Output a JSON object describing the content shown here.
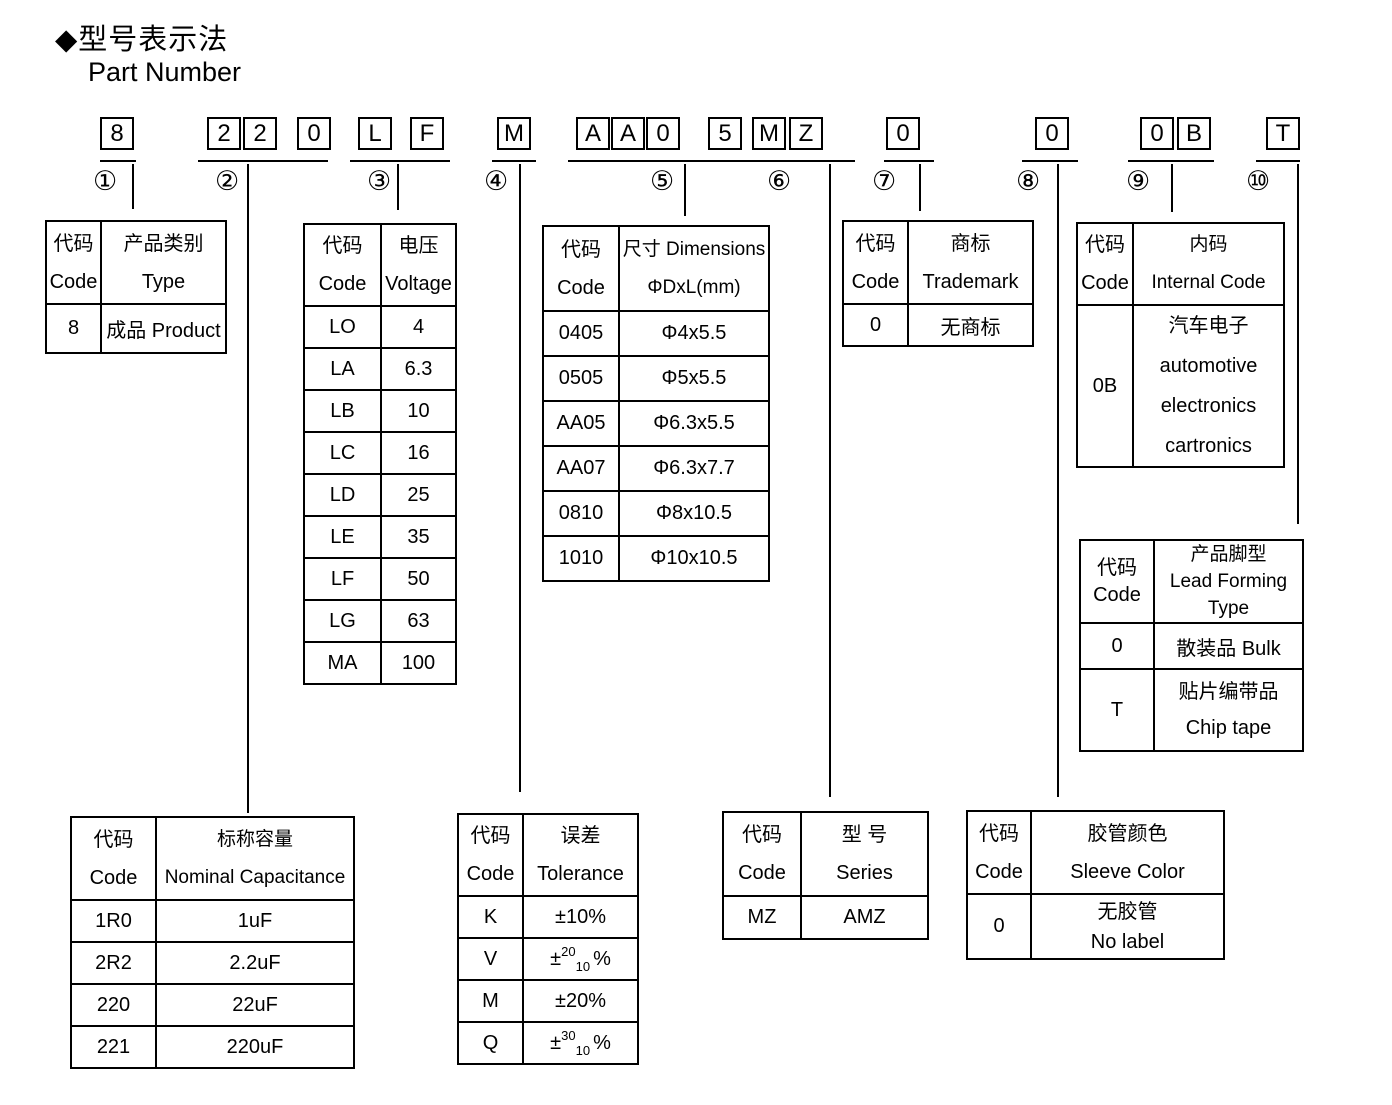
{
  "colors": {
    "ink": "#000000",
    "background": "#ffffff"
  },
  "title": {
    "zh": "◆型号表示法",
    "en": "Part Number"
  },
  "pn": {
    "groups": [
      {
        "circle": "①",
        "chars": [
          "8"
        ]
      },
      {
        "circle": "②",
        "chars": [
          "2",
          "2",
          "0"
        ]
      },
      {
        "circle": "③",
        "chars": [
          "L",
          "F"
        ]
      },
      {
        "circle": "④",
        "chars": [
          "M"
        ]
      },
      {
        "circle": "⑤",
        "chars": [
          "A",
          "A",
          "0",
          "5"
        ]
      },
      {
        "circle": "⑥",
        "chars": [
          "M",
          "Z"
        ]
      },
      {
        "circle": "⑦",
        "chars": [
          "0"
        ]
      },
      {
        "circle": "⑧",
        "chars": [
          "0"
        ]
      },
      {
        "circle": "⑨",
        "chars": [
          "0",
          "B"
        ]
      },
      {
        "circle": "⑩",
        "chars": [
          "T"
        ]
      }
    ]
  },
  "tables": {
    "type": {
      "h1_zh": "代码",
      "h1_en": "Code",
      "h2_zh": "产品类别",
      "h2_en": "Type",
      "rows": [
        {
          "code": "8",
          "value": "成品 Product"
        }
      ]
    },
    "voltage": {
      "h1_zh": "代码",
      "h1_en": "Code",
      "h2_zh": "电压",
      "h2_en": "Voltage",
      "rows": [
        {
          "code": "LO",
          "value": "4"
        },
        {
          "code": "LA",
          "value": "6.3"
        },
        {
          "code": "LB",
          "value": "10"
        },
        {
          "code": "LC",
          "value": "16"
        },
        {
          "code": "LD",
          "value": "25"
        },
        {
          "code": "LE",
          "value": "35"
        },
        {
          "code": "LF",
          "value": "50"
        },
        {
          "code": "LG",
          "value": "63"
        },
        {
          "code": "MA",
          "value": "100"
        }
      ]
    },
    "dimensions": {
      "h1_zh": "代码",
      "h1_en": "Code",
      "h2_l1": "尺寸 Dimensions",
      "h2_l2": "ΦDxL(mm)",
      "rows": [
        {
          "code": "0405",
          "value": "Φ4x5.5"
        },
        {
          "code": "0505",
          "value": "Φ5x5.5"
        },
        {
          "code": "AA05",
          "value": "Φ6.3x5.5"
        },
        {
          "code": "AA07",
          "value": "Φ6.3x7.7"
        },
        {
          "code": "0810",
          "value": "Φ8x10.5"
        },
        {
          "code": "1010",
          "value": "Φ10x10.5"
        }
      ]
    },
    "trademark": {
      "h1_zh": "代码",
      "h1_en": "Code",
      "h2_zh": "商标",
      "h2_en": "Trademark",
      "rows": [
        {
          "code": "0",
          "value": "无商标"
        }
      ]
    },
    "internal": {
      "h1_zh": "代码",
      "h1_en": "Code",
      "h2_zh": "内码",
      "h2_en": "Internal Code",
      "rows": [
        {
          "code": "0B",
          "lines": [
            "汽车电子",
            "automotive",
            "electronics",
            "cartronics"
          ]
        }
      ]
    },
    "lead": {
      "h1_zh": "代码",
      "h1_en": "Code",
      "h2_l1": "产品脚型",
      "h2_l2": "Lead Forming",
      "h2_l3": "Type",
      "rows": [
        {
          "code": "0",
          "value": "散装品 Bulk"
        },
        {
          "code": "T",
          "line1": "贴片编带品",
          "line2": "Chip tape"
        }
      ]
    },
    "capacitance": {
      "h1_zh": "代码",
      "h1_en": "Code",
      "h2_zh": "标称容量",
      "h2_en": "Nominal Capacitance",
      "rows": [
        {
          "code": "1R0",
          "value": "1uF"
        },
        {
          "code": "2R2",
          "value": "2.2uF"
        },
        {
          "code": "220",
          "value": "22uF"
        },
        {
          "code": "221",
          "value": "220uF"
        }
      ]
    },
    "tolerance": {
      "h1_zh": "代码",
      "h1_en": "Code",
      "h2_zh": "误差",
      "h2_en": "Tolerance",
      "rows": [
        {
          "code": "K",
          "value": "±10%"
        },
        {
          "code": "V",
          "pm": "±",
          "sup": "20",
          "sub": "10",
          "pct": "%"
        },
        {
          "code": "M",
          "value": "±20%"
        },
        {
          "code": "Q",
          "pm": "±",
          "sup": "30",
          "sub": "10",
          "pct": "%"
        }
      ]
    },
    "series": {
      "h1_zh": "代码",
      "h1_en": "Code",
      "h2_zh": "型 号",
      "h2_en": "Series",
      "rows": [
        {
          "code": "MZ",
          "value": "AMZ"
        }
      ]
    },
    "sleeve": {
      "h1_zh": "代码",
      "h1_en": "Code",
      "h2_zh": "胶管颜色",
      "h2_en": "Sleeve Color",
      "rows": [
        {
          "code": "0",
          "line1": "无胶管",
          "line2": "No label"
        }
      ]
    }
  }
}
